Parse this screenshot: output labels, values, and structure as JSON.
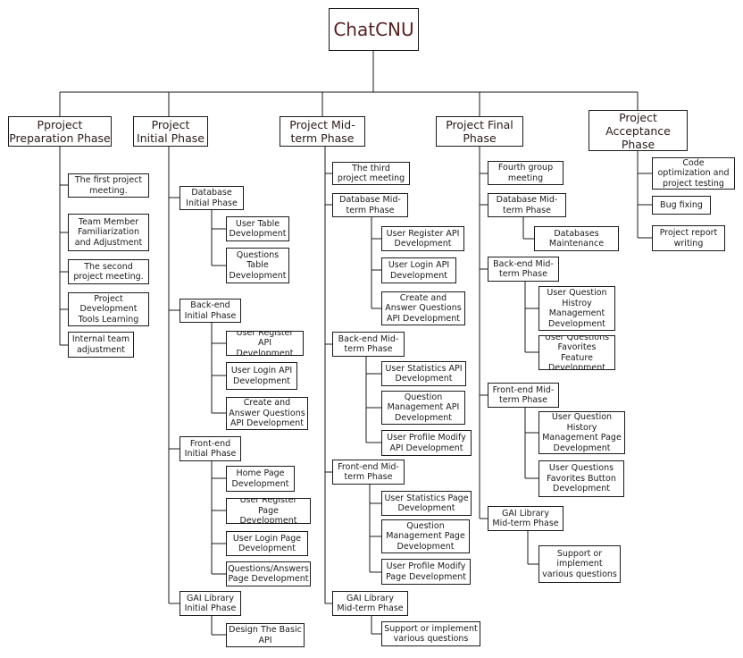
{
  "root": {
    "label": "ChatCNU"
  },
  "phases": {
    "preparation": {
      "label": "Pproject\nPreparation Phase",
      "tasks": [
        "The first project\nmeeting.",
        "Team Member\nFamiliarization\nand Adjustment",
        "The second\nproject meeting.",
        "Project\nDevelopment\nTools Learning",
        "Internal team\nadjustment"
      ]
    },
    "initial": {
      "label": "Project\nInitial Phase",
      "groups": [
        {
          "label": "Database\nInitial Phase",
          "items": [
            "User Table\nDevelopment",
            "Questions\nTable\nDevelopment"
          ]
        },
        {
          "label": "Back-end\nInitial Phase",
          "items": [
            "User Register API\nDevelopment",
            "User Login API\nDevelopment",
            "Create and\nAnswer Questions\nAPI Development"
          ]
        },
        {
          "label": "Front-end\nInitial Phase",
          "items": [
            "Home Page\nDevelopment",
            "User Register Page\nDevelopment",
            "User Login Page\nDevelopment",
            "Questions/Answers\nPage Development"
          ]
        },
        {
          "label": "GAI Library\nInitial Phase",
          "items": [
            "Design The Basic\nAPI"
          ]
        }
      ]
    },
    "midterm": {
      "label": "Project Mid-\nterm Phase",
      "meeting": "The third\nproject meeting",
      "groups": [
        {
          "label": "Database Mid-\nterm Phase",
          "items": [
            "User Register API\nDevelopment",
            "User Login API\nDevelopment",
            "Create and\nAnswer Questions\nAPI Development"
          ]
        },
        {
          "label": "Back-end Mid-\nterm Phase",
          "items": [
            "User Statistics API\nDevelopment",
            "Question\nManagement API\nDevelopment",
            "User Profile Modify\nAPI Development"
          ]
        },
        {
          "label": "Front-end Mid-\nterm Phase",
          "items": [
            "User Statistics Page\nDevelopment",
            "Question\nManagement Page\nDevelopment",
            "User Profile Modify\nPage Development"
          ]
        },
        {
          "label": "GAI Library\nMid-term Phase",
          "items": [
            "Support or implement\nvarious questions"
          ]
        }
      ]
    },
    "final": {
      "label": "Project Final\nPhase",
      "meeting": "Fourth group\nmeeting",
      "groups": [
        {
          "label": "Database Mid-\nterm Phase",
          "items": [
            "Databases\nMaintenance"
          ]
        },
        {
          "label": "Back-end Mid-\nterm Phase",
          "items": [
            "User Question\nHistroy\nManagement\nDevelopment",
            "User Questions\nFavorites Feature\nDevelopment"
          ]
        },
        {
          "label": "Front-end Mid-\nterm Phase",
          "items": [
            "User Question\nHistory\nManagement Page\nDevelopment",
            "User Questions\nFavorites Button\nDevelopment"
          ]
        },
        {
          "label": "GAI Library\nMid-term Phase",
          "items": [
            "Support or\nimplement\nvarious questions"
          ]
        }
      ]
    },
    "acceptance": {
      "label": "Project\nAcceptance\nPhase",
      "tasks": [
        "Code\noptimization and\nproject testing",
        "Bug fixing",
        "Project report\nwriting"
      ]
    }
  }
}
